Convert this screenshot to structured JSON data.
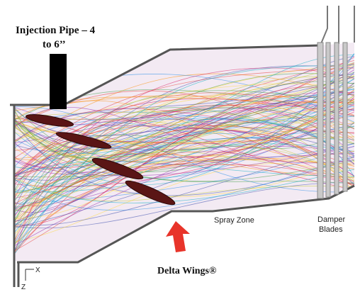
{
  "labels": {
    "injection_pipe_line1": "Injection Pipe – 4",
    "injection_pipe_line2": "to 6’’",
    "spray_zone": "Spray Zone",
    "damper_line1": "Damper",
    "damper_line2": "Blades",
    "delta_wings": "Delta Wings®",
    "axis_x": "X",
    "axis_z": "Z"
  },
  "colors": {
    "duct_outline": "#555555",
    "duct_fill": "#f3eaf3",
    "injection_pipe": "#000000",
    "wings": "#5a1515",
    "arrow": "#e8342a",
    "streamline_palette": [
      "#e53935",
      "#fb8c00",
      "#fdd835",
      "#43a047",
      "#1e88e5",
      "#8e24aa",
      "#00acc1",
      "#c0ca33",
      "#d81b60",
      "#3949ab"
    ]
  },
  "icons": {
    "arrow": "red-arrow-icon",
    "axis": "axis-triad-icon"
  }
}
